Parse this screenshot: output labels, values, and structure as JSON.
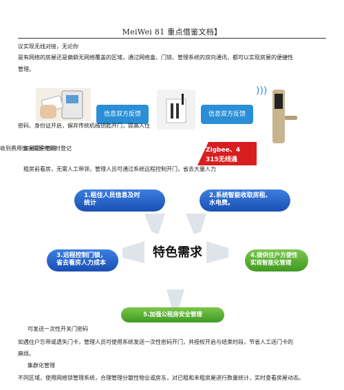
{
  "header": {
    "title": "MeiWei 81 重点借鉴文档】"
  },
  "text": {
    "line1": "议实现无线对接，无论你",
    "line2a": "是有网络的房屋还是偏僻无网络覆盖的区域，通过网络盒、门锁、管理系统的双向通讯，都可以实现房屋的便捷性",
    "line2b": "管理。",
    "overlay1": "密码、身份证开启，摒弃传统机械钥匙开门，提高入住",
    "overlay2": "收到费用情况提醒并即时登记",
    "overlay3": "房屋租户管理",
    "line3": "租房前看房，无需人工带领，管理人员可通过系统远程控制开门，省去大量人力",
    "section1": "可发送一次性开关门密码",
    "line4a": "如遇住户忘带或遗失门卡，管理人员可使用系统发送一次性密码开门，并授权开启与结束时段，节省人工送门卡的",
    "line4b": "麻烦。",
    "section2": "集群化管理",
    "line5": "不同区域，使用网络锁管理系统，合理管理分散性物业或房东，对已租和未租房屋进行数量统计，实时查看房屋动态。"
  },
  "diagram1": {
    "arrow_left": "信息双方反馈",
    "arrow_right": "信息双方反馈",
    "zigbee_1": "Zigbee、4",
    "zigbee_2": "315无线通"
  },
  "diagram2": {
    "center": "特色需求",
    "item1a": "1.租住人员信息及时",
    "item1b": "统计",
    "item2a": "2.系统智能收取房租、",
    "item2b": "水电费。",
    "item3a": "3.远程控制门锁，",
    "item3b": "省去看房人力成本",
    "item4a": "4.提供住户方便性",
    "item4b": "实现智能化管理",
    "item5": "5.加强公租房安全管理"
  },
  "colors": {
    "blue": "#2a8fd6",
    "green": "#4ea82c",
    "red": "#d81e1e"
  }
}
